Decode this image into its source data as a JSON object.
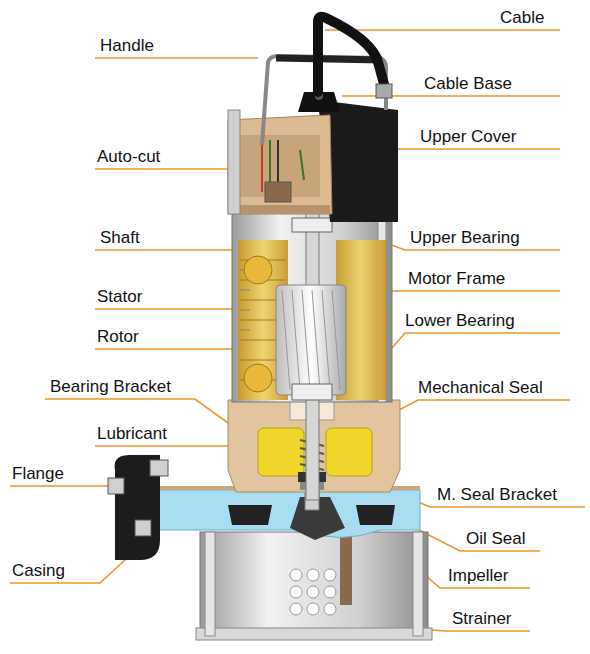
{
  "diagram": {
    "labels": [
      "Cable",
      "Handle",
      "Cable Base",
      "Upper Cover",
      "Auto-cut",
      "Shaft",
      "Upper Bearing",
      "Motor Frame",
      "Stator",
      "Lower Bearing",
      "Rotor",
      "Mechanical Seal",
      "Bearing Bracket",
      "Lubricant",
      "Flange",
      "M. Seal Bracket",
      "Oil Seal",
      "Casing",
      "Impeller",
      "Strainer"
    ]
  }
}
